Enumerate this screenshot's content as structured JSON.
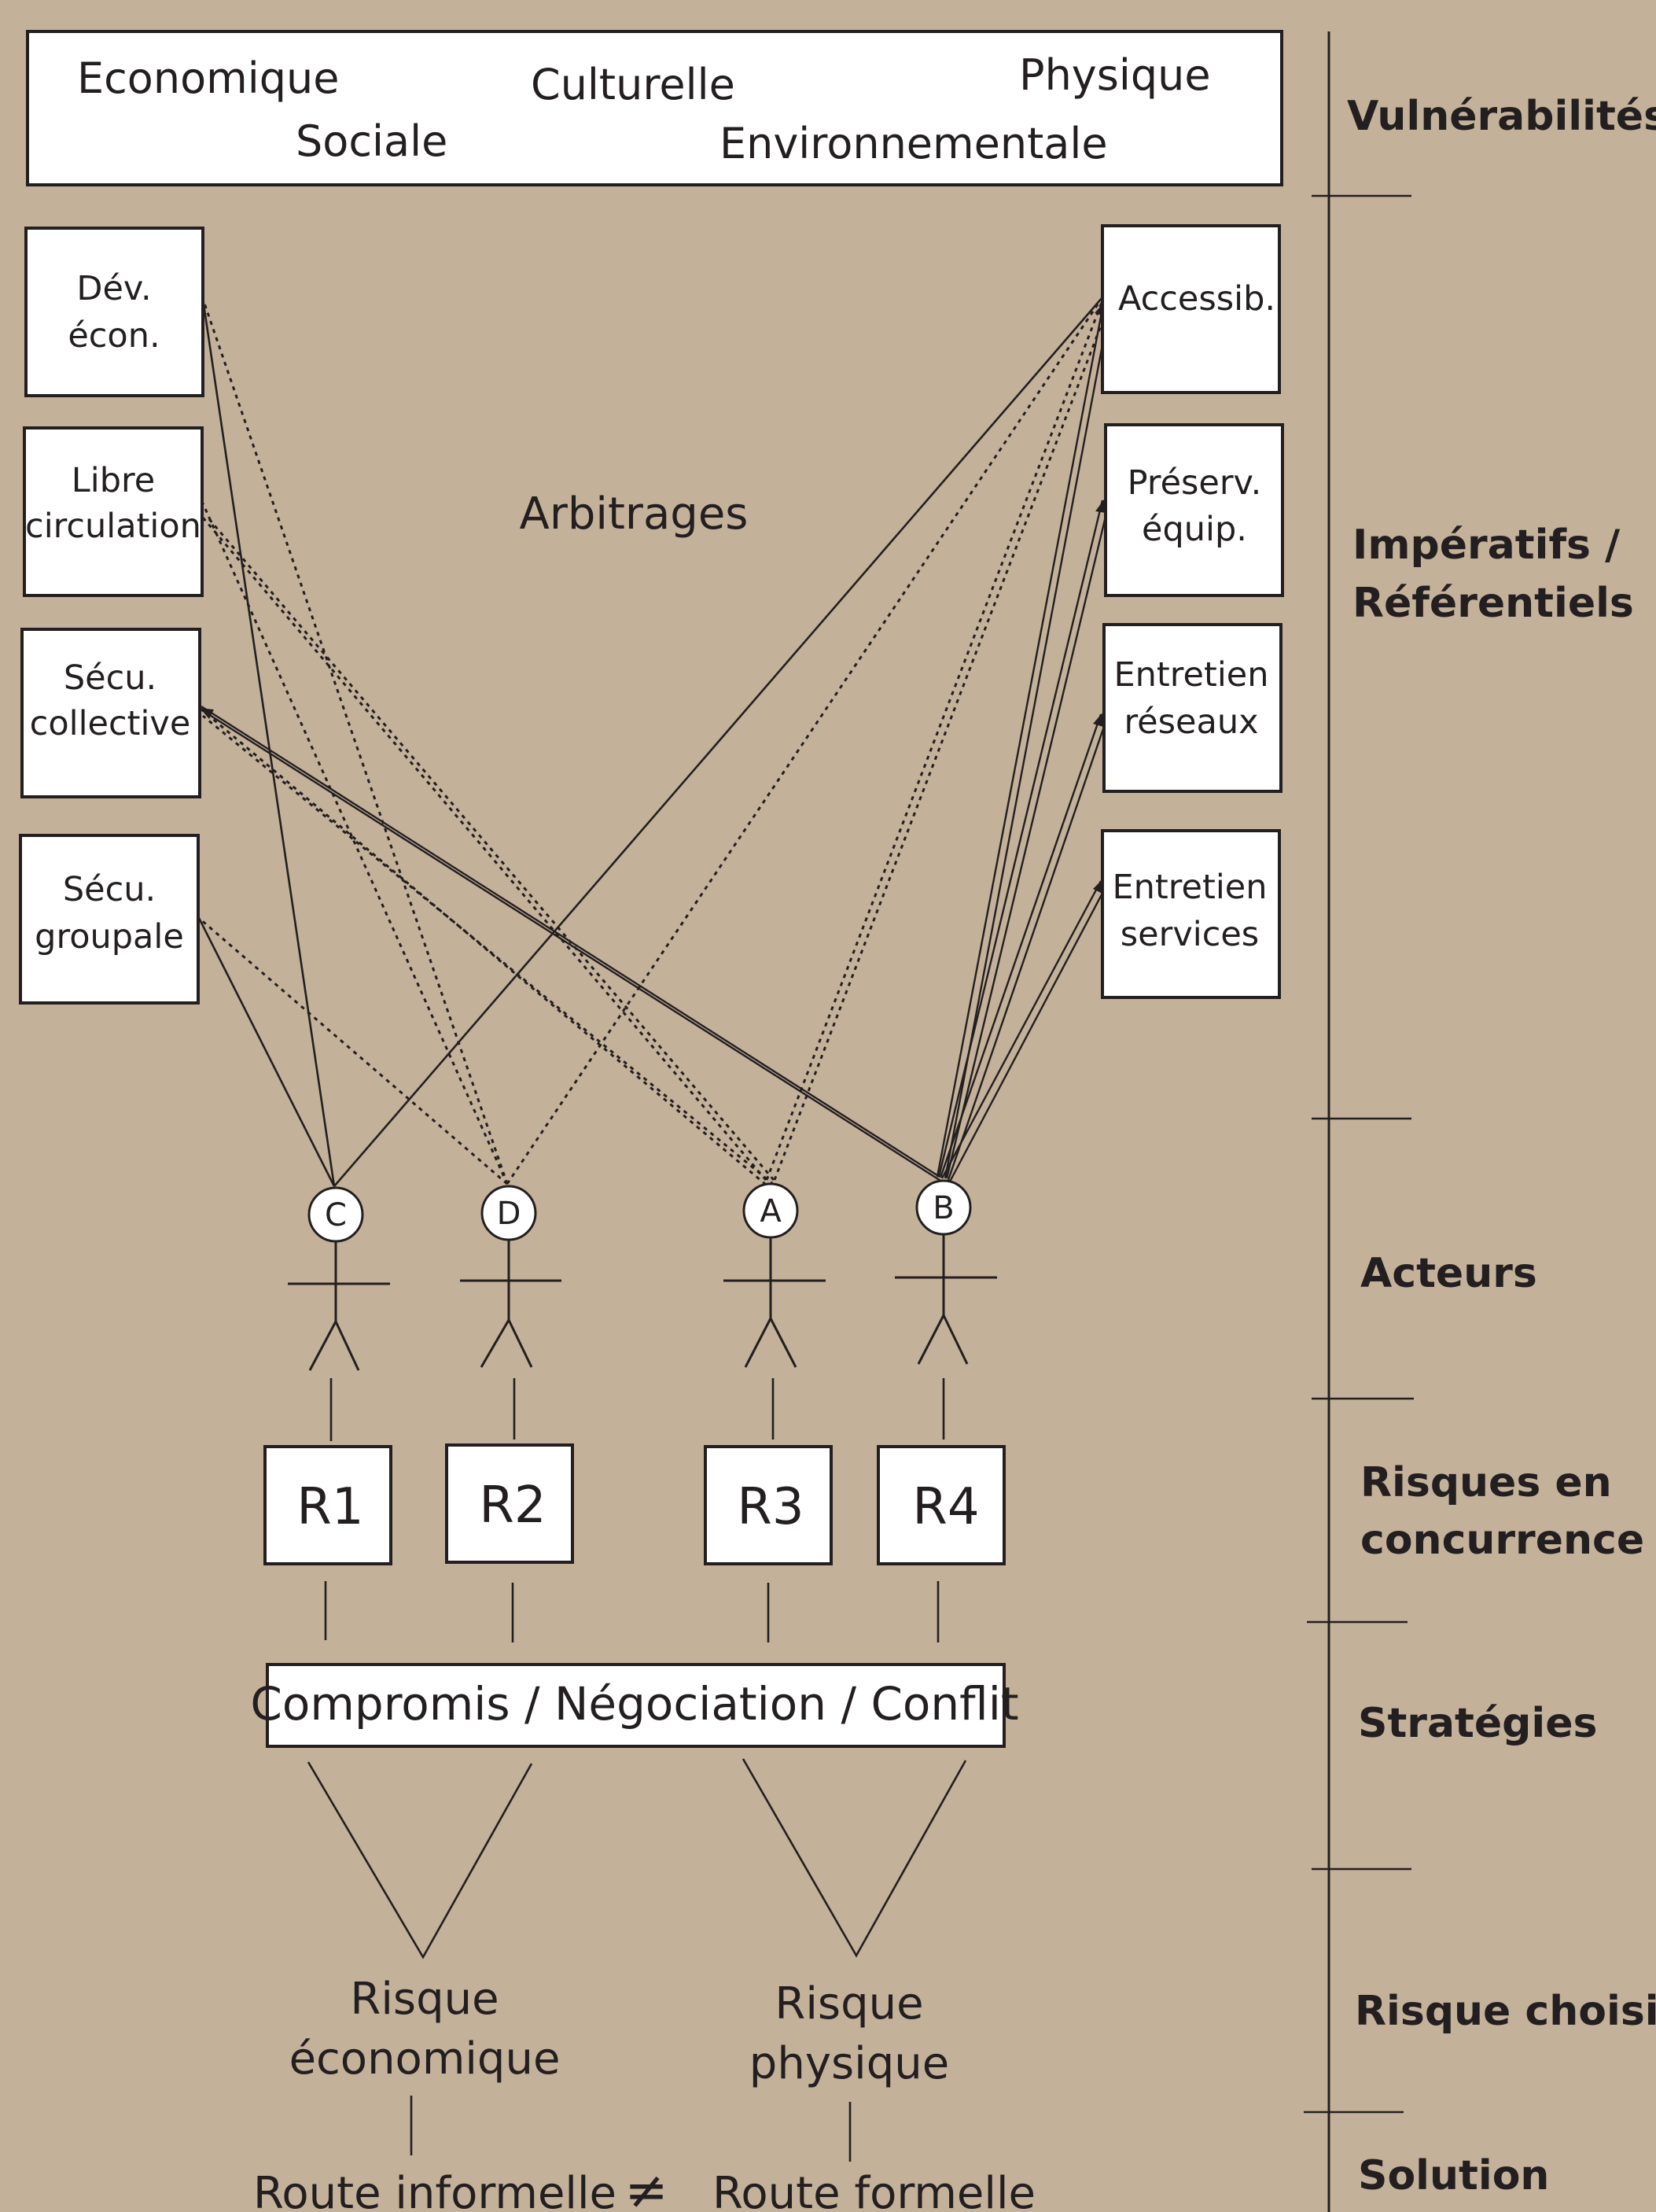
{
  "vulnerabilities": [
    "Economique",
    "Culturelle",
    "Physique",
    "Sociale",
    "Environnementale"
  ],
  "left_referentials": [
    [
      "Dév.",
      "écon."
    ],
    [
      "Libre",
      "circulation"
    ],
    [
      "Sécu.",
      "collective"
    ],
    [
      "Sécu.",
      "groupale"
    ]
  ],
  "right_referentials": [
    [
      "Accessib."
    ],
    [
      "Préserv.",
      "équip."
    ],
    [
      "Entretien",
      "réseaux"
    ],
    [
      "Entretien",
      "services"
    ]
  ],
  "center_label": "Arbitrages",
  "actors": [
    "C",
    "D",
    "A",
    "B"
  ],
  "risks": [
    "R1",
    "R2",
    "R3",
    "R4"
  ],
  "strategy": "Compromis / Négociation / Conflit",
  "chosen_risks": [
    [
      "Risque",
      "économique"
    ],
    [
      "Risque",
      "physique"
    ]
  ],
  "solutions": {
    "left": "Route informelle",
    "symbol": "≠",
    "right": "Route formelle"
  },
  "sections": [
    [
      "Vulnérabilités"
    ],
    [
      "Impératifs /",
      "Référentiels"
    ],
    [
      "Acteurs"
    ],
    [
      "Risques en",
      "concurrence"
    ],
    [
      "Stratégies"
    ],
    [
      "Risque choisi"
    ],
    [
      "Solution"
    ]
  ]
}
